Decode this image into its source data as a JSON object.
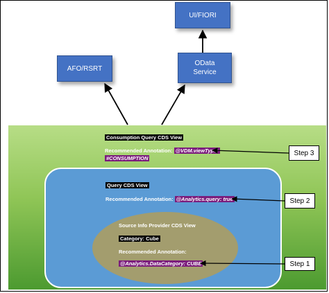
{
  "nodes": {
    "ui_fiori": "UI/FIORI",
    "afo_rsrt": "AFO/RSRT",
    "odata_line1": "OData",
    "odata_line2": "Service"
  },
  "consumption": {
    "title": "Consumption Query CDS View",
    "annotation_label": "Recommended Annotation: ",
    "annotation_value_1": "@VDM.viewType:",
    "annotation_value_2": "#CONSUMPTION"
  },
  "query": {
    "title": "Query CDS View",
    "annotation_label": "Recommended Annotation: ",
    "annotation_value": "@Analytics.query: true"
  },
  "source": {
    "title": "Source Info Provider CDS View",
    "category": "Category: Cube",
    "annotation_label": "Recommended Annotation:",
    "annotation_value": "@Analytics.DataCategory: CUBE"
  },
  "steps": {
    "step1": "Step 1",
    "step2": "Step 2",
    "step3": "Step 3"
  },
  "colors": {
    "node_blue": "#4472c4",
    "highlight_purple": "#7b1c7c",
    "layer_blue": "#5b9bd5",
    "ellipse_olive": "#a39d6e"
  }
}
